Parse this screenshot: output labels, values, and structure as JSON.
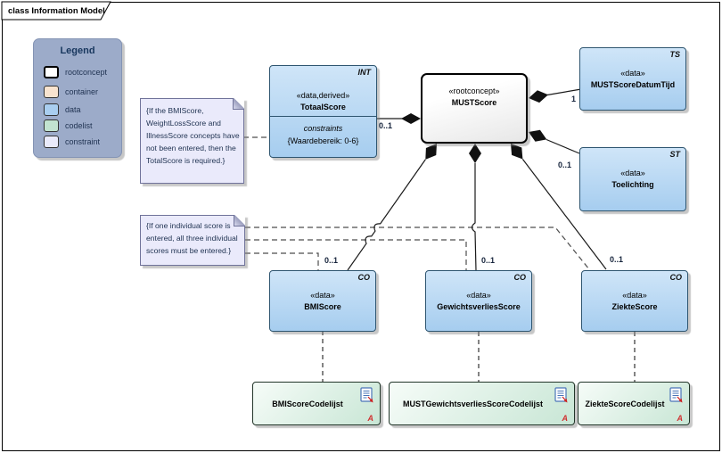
{
  "frame": {
    "title": "class Information Model"
  },
  "legend": {
    "title": "Legend",
    "items": [
      {
        "label": "rootconcept",
        "color": "#ffffff"
      },
      {
        "label": "container",
        "color": "#f8e3cf"
      },
      {
        "label": "data",
        "color": "#a9cef0"
      },
      {
        "label": "codelist",
        "color": "#c2e3d0"
      },
      {
        "label": "constraint",
        "color": "#e9eafa"
      }
    ]
  },
  "notes": {
    "totalscore_constraint": "{If the BMIScore,\nWeightLossScore and\nIllnessScore concepts have\nnot been entered, then the\nTotalScore is required.}",
    "individual_scores_constraint": "{If one individual score is\nentered, all three individual\nscores must be entered.}"
  },
  "classes": {
    "totaalscore": {
      "tag": "INT",
      "stereotype": "«data,derived»",
      "name": "TotaalScore",
      "compartment": "constraints",
      "constraint": "{Waardebereik: 0-6}"
    },
    "mustscore": {
      "stereotype": "«rootconcept»",
      "name": "MUSTScore"
    },
    "datumtijd": {
      "tag": "TS",
      "stereotype": "«data»",
      "name": "MUSTScoreDatumTijd"
    },
    "toelichting": {
      "tag": "ST",
      "stereotype": "«data»",
      "name": "Toelichting"
    },
    "bmiscore": {
      "tag": "CO",
      "stereotype": "«data»",
      "name": "BMIScore"
    },
    "gewichtsverliesscore": {
      "tag": "CO",
      "stereotype": "«data»",
      "name": "GewichtsverliesScore"
    },
    "ziektescore": {
      "tag": "CO",
      "stereotype": "«data»",
      "name": "ZiekteScore"
    }
  },
  "codelists": {
    "bmi": {
      "name": "BMIScoreCodelijst",
      "marker": "A"
    },
    "gewichtsverlies": {
      "name": "MUSTGewichtsverliesScoreCodelijst",
      "marker": "A"
    },
    "ziekte": {
      "name": "ZiekteScoreCodelijst",
      "marker": "A"
    }
  },
  "multiplicities": {
    "totaalscore": "0..1",
    "datumtijd": "1",
    "toelichting": "0..1",
    "bmiscore": "0..1",
    "gewichtsverliesscore": "0..1",
    "ziektescore": "0..1"
  },
  "colors": {
    "data_fill": "#a9cef0",
    "data_border": "#2e5570",
    "codelist_fill": "#c8e6d5",
    "note_fill": "#eaeafb",
    "legend_background": "#9cabc9",
    "heading_text": "#17365d",
    "marker_red": "#d03030"
  }
}
